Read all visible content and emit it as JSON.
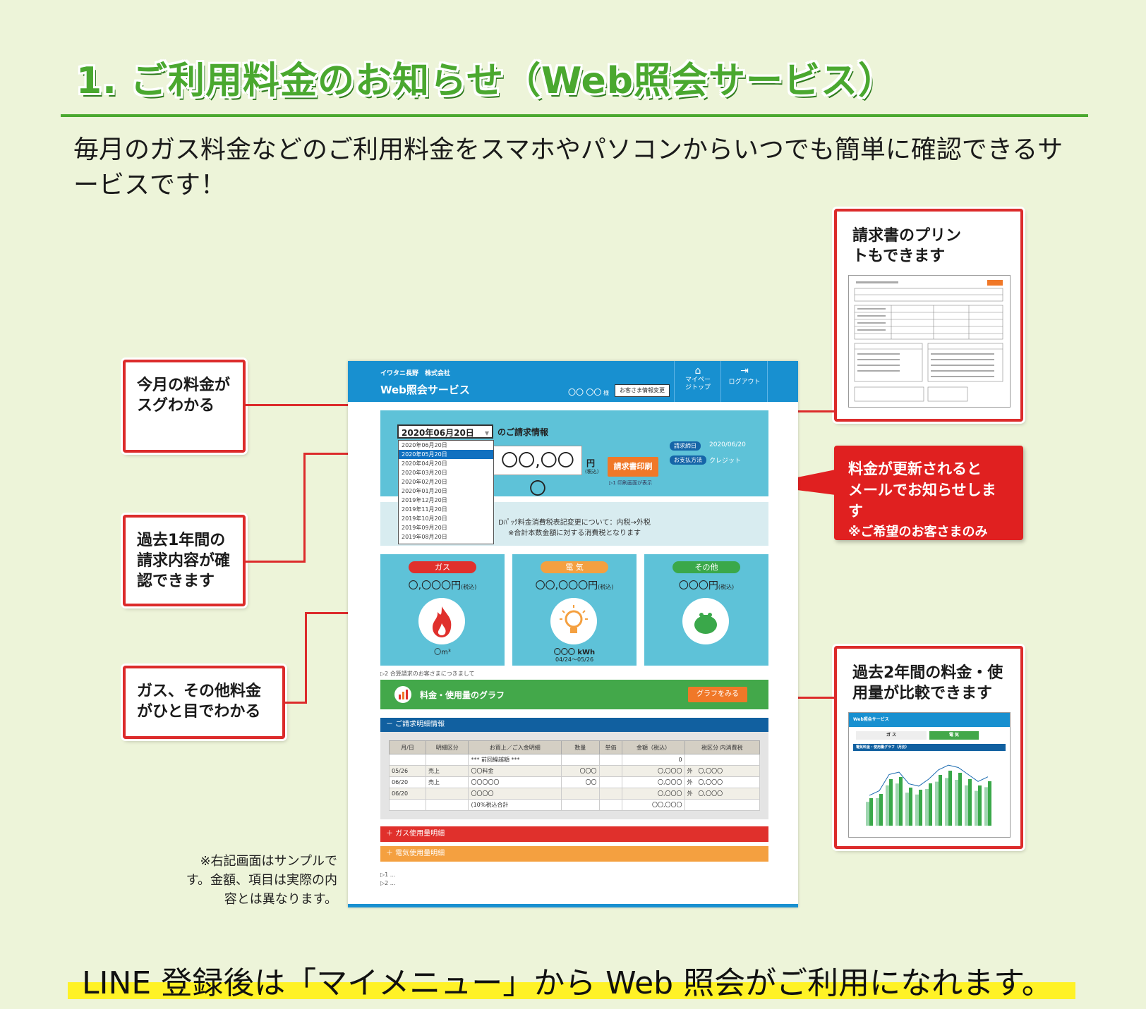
{
  "page": {
    "heading": "1. ご利用料金のお知らせ（Web照会サービス）",
    "intro": "毎月のガス料金などのご利用料金をスマホやパソコンからいつでも簡単に確認できるサービスです！",
    "sample_note": "※右記画面はサンプルです。金額、項目は実際の内容とは異なります。",
    "bottom_text": "LINE 登録後は「マイメニュー」から Web 照会がご利用になれます。",
    "colors": {
      "brand_green": "#4aa82f",
      "callout_red": "#dc2b2b",
      "header_blue": "#1890d0",
      "highlight_yellow": "#fff226"
    }
  },
  "callouts": {
    "this_month": "今月の料金がスグわかる",
    "past_year": "過去1年間の請求内容が確認できます",
    "gas_other": "ガス、その他料金がひと目でわかる",
    "print": "請求書のプリントもできます",
    "mail_line1": "料金が更新されると",
    "mail_line2": "メールでお知らせします",
    "mail_note": "※ご希望のお客さまのみ",
    "compare": "過去2年間の料金・使用量が比較できます"
  },
  "screen": {
    "company": "イワタニ長野　株式会社",
    "service": "Web照会サービス",
    "customer": "〇〇 〇〇",
    "honorific": "様",
    "change_info_button": "お客さま情報変更",
    "mypage_button": "マイページトップ",
    "logout_button": "ログアウト",
    "selected_date": "2020年06月20日",
    "billing_info_label": "のご請求情報",
    "dates": [
      "2020年06月20日",
      "2020年05月20日",
      "2020年04月20日",
      "2020年03月20日",
      "2020年02月20日",
      "2020年01月20日",
      "2019年12月20日",
      "2019年11月20日",
      "2019年10月20日",
      "2019年09月20日",
      "2019年08月20日"
    ],
    "amount": "〇〇,〇〇〇",
    "yen": "円",
    "tax_included": "(税込)",
    "print_button": "請求書印刷",
    "print_hint": "▷1 印刷画面が表示",
    "billing_date_tag": "請求締日",
    "billing_date": "2020/06/20",
    "payment_tag": "お支払方法",
    "payment": "クレジット",
    "notice_line1": "Dﾊﾟｯｸ料金消費税表記変更について：内税→外税",
    "notice_line2": "※合計本数金額に対する消費税となります",
    "gas_label": "ガス",
    "gas_amount": "〇,〇〇〇円",
    "gas_usage": "〇m³",
    "elec_label": "電 気",
    "elec_amount": "〇〇,〇〇〇円",
    "elec_usage": "〇〇〇 kWh",
    "elec_period": "04/24〜05/26",
    "other_label": "その他",
    "other_amount": "〇〇〇円",
    "tax_small": "(税込)",
    "note2": "▷2 合算請求のお客さまにつきまして",
    "graph_title": "料金・使用量のグラフ",
    "graph_button": "グラフをみる",
    "detail_title": "－ ご請求明細情報",
    "gas_detail": "＋ ガス使用量明細",
    "elec_detail": "＋ 電気使用量明細",
    "foot1": "▷1 ...",
    "foot2": "▷2 ..."
  },
  "detail_table": {
    "headers": [
      "月/日",
      "明細区分",
      "お買上／ご入金明細",
      "数量",
      "単価",
      "金額（税込）",
      "税区分 内消費税"
    ],
    "rows": [
      [
        "",
        "",
        "*** 前回繰越額 ***",
        "",
        "",
        "0",
        ""
      ],
      [
        "05/26",
        "売上",
        "〇〇料金",
        "〇〇〇",
        "",
        "〇,〇〇〇",
        "外　〇,〇〇〇"
      ],
      [
        "06/20",
        "売上",
        "〇〇〇〇〇",
        "〇〇",
        "",
        "〇,〇〇〇",
        "外　〇,〇〇〇"
      ],
      [
        "06/20",
        "",
        "〇〇〇〇",
        "",
        "",
        "〇,〇〇〇",
        "外　〇,〇〇〇"
      ],
      [
        "",
        "",
        "(10%税込合計",
        "",
        "",
        "〇〇,〇〇〇",
        ""
      ]
    ]
  },
  "thumb_graph": {
    "service": "Web照会サービス",
    "tab_gas": "ガ ス",
    "tab_elec": "電 気",
    "title": "電気料金・使用量グラフ（月別）"
  }
}
